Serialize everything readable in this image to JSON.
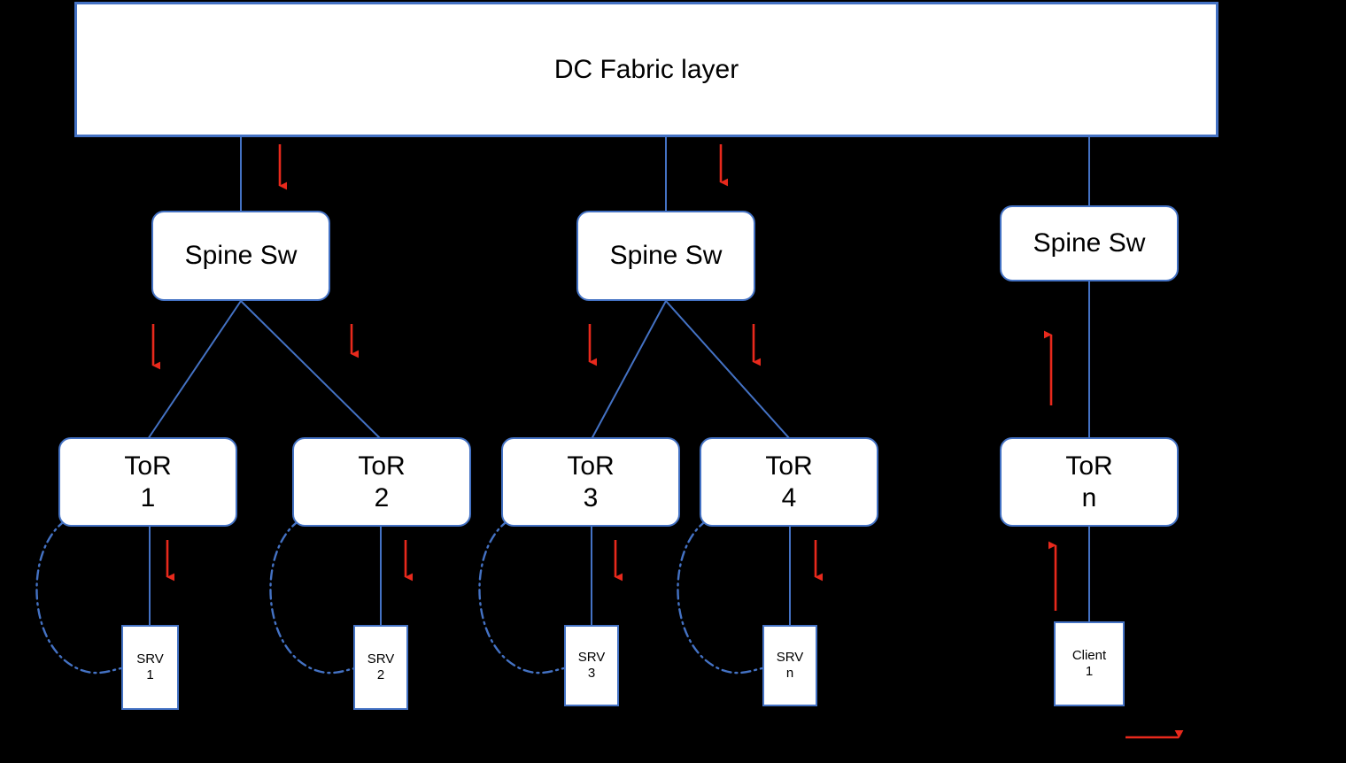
{
  "diagram": {
    "title": "DC Fabric layer",
    "background_color": "#000000",
    "node_fill": "#FFFFFF",
    "node_border_color": "#4472C4",
    "link_color": "#4472C4",
    "arrow_color": "#E8291C",
    "text_color": "#000000"
  },
  "nodes": {
    "fabric": {
      "label": "DC Fabric layer"
    },
    "spines": [
      {
        "label": "Spine Sw"
      },
      {
        "label": "Spine Sw"
      },
      {
        "label": "Spine Sw"
      }
    ],
    "tors": [
      {
        "line1": "ToR",
        "line2": "1"
      },
      {
        "line1": "ToR",
        "line2": "2"
      },
      {
        "line1": "ToR",
        "line2": "3"
      },
      {
        "line1": "ToR",
        "line2": "4"
      },
      {
        "line1": "ToR",
        "line2": "n"
      }
    ],
    "leaves": [
      {
        "line1": "SRV",
        "line2": "1"
      },
      {
        "line1": "SRV",
        "line2": "2"
      },
      {
        "line1": "SRV",
        "line2": "3"
      },
      {
        "line1": "SRV",
        "line2": "n"
      },
      {
        "line1": "Client",
        "line2": "1"
      }
    ]
  }
}
